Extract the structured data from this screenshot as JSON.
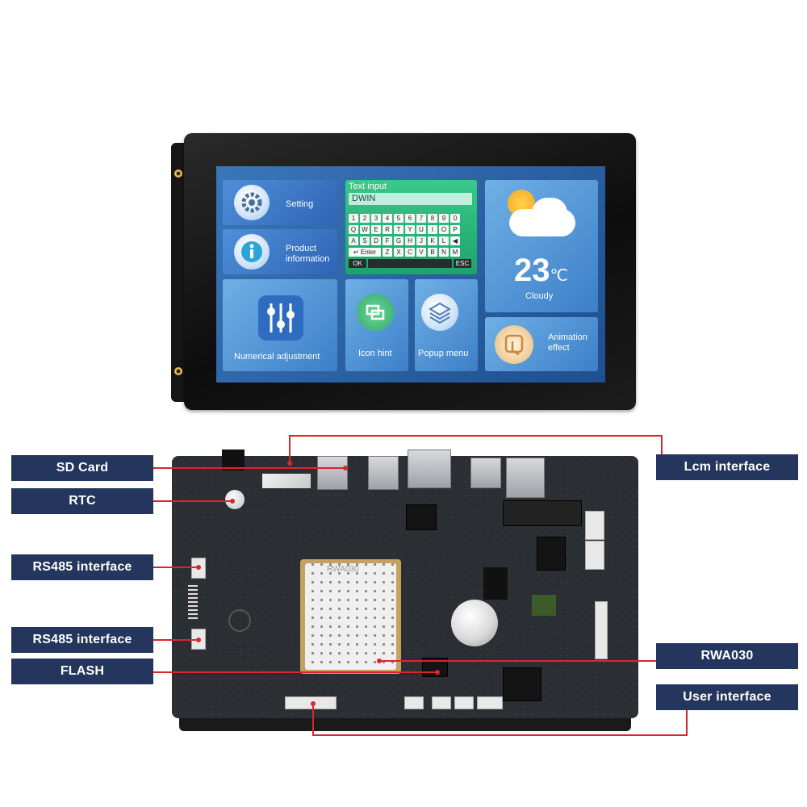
{
  "display": {
    "tiles": {
      "setting": "Setting",
      "product_line1": "Product",
      "product_line2": "information",
      "numerical": "Numerical adjustment",
      "icon_hint": "Icon hint",
      "popup": "Popup menu",
      "animation_line1": "Animation",
      "animation_line2": "effect"
    },
    "text_input": {
      "title": "Text input",
      "value": "DWIN",
      "keys_row1": [
        "1",
        "2",
        "3",
        "4",
        "5",
        "6",
        "7",
        "8",
        "9",
        "0"
      ],
      "keys_row2": [
        "Q",
        "W",
        "E",
        "R",
        "T",
        "Y",
        "U",
        "I",
        "O",
        "P"
      ],
      "keys_row3": [
        "A",
        "S",
        "D",
        "F",
        "G",
        "H",
        "J",
        "K",
        "L",
        "◀"
      ],
      "keys_row4": [
        "Z",
        "X",
        "C",
        "V",
        "B",
        "N",
        "M"
      ],
      "enter": "↵ Enter",
      "ok": "OK",
      "esc": "ESC"
    },
    "weather": {
      "temperature": "23",
      "unit": "℃",
      "condition": "Cloudy"
    }
  },
  "board": {
    "module_label": "RWA030"
  },
  "labels": {
    "sd_card": "SD Card",
    "rtc": "RTC",
    "rs485_top": "RS485 interface",
    "rs485_bottom": "RS485 interface",
    "flash": "FLASH",
    "lcm": "Lcm interface",
    "rwa030": "RWA030",
    "user": "User interface"
  },
  "colors": {
    "label_bg": "#24355e",
    "leader_line": "#d8262b"
  }
}
